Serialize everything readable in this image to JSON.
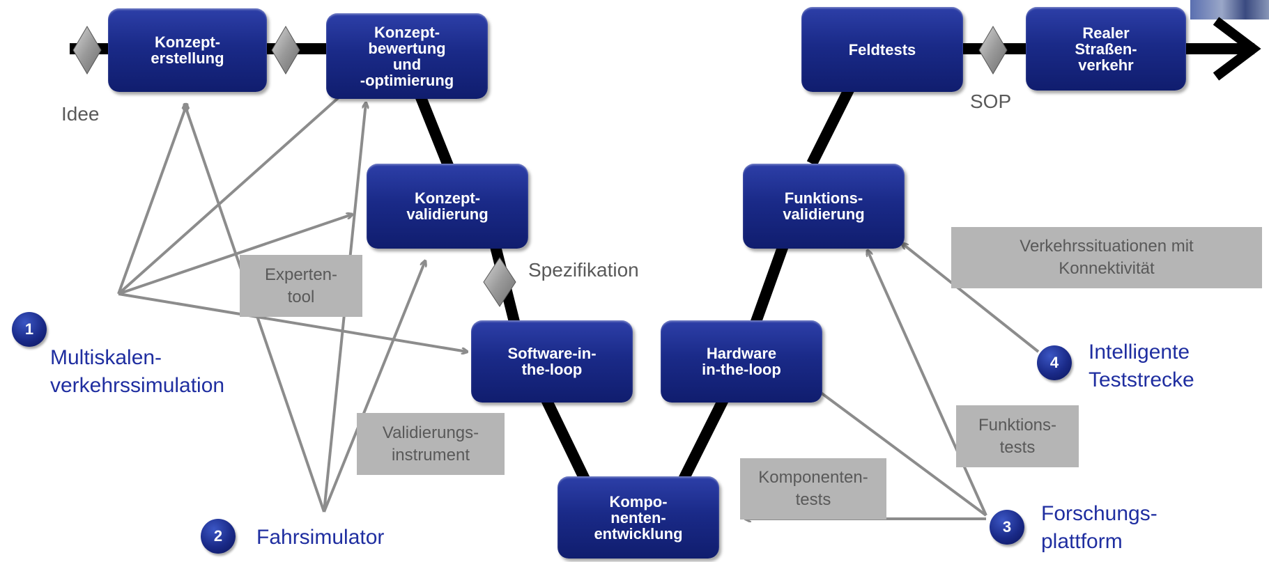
{
  "stages": {
    "konzepterstellung": "Konzept-\nerstellung",
    "konzeptbewertung": "Konzept-\nbewertung\nund\n-optimierung",
    "konzeptvalidierung": "Konzept-\nvalidierung",
    "sil": "Software-in-\nthe-loop",
    "komponentenentwicklung": "Kompo-\nnenten-\nentwicklung",
    "hil": "Hardware\nin-the-loop",
    "funktionsvalidierung": "Funktions-\nvalidierung",
    "feldtests": "Feldtests",
    "strassenverkehr": "Realer\nStraßen-\nverkehr"
  },
  "milestones": {
    "idee": "Idee",
    "spezifikation": "Spezifikation",
    "sop": "SOP"
  },
  "gray_labels": {
    "expertentool": "Experten-\ntool",
    "validierungsinstrument": "Validierungs-\ninstrument",
    "komponententests": "Komponenten-\ntests",
    "funktionstests": "Funktions-\ntests",
    "verkehrssituationen": "Verkehrssituationen mit\nKonnektivität"
  },
  "tools": [
    {
      "number": "1",
      "label": "Multiskalen-\nverkehrssimulation"
    },
    {
      "number": "2",
      "label": "Fahrsimulator"
    },
    {
      "number": "3",
      "label": "Forschungs-\nplattform"
    },
    {
      "number": "4",
      "label": "Intelligente\nTeststrecke"
    }
  ],
  "colors": {
    "box": "#1a2a88",
    "tool_text": "#1f2ea0",
    "gray_box": "#b5b5b5",
    "arrow": "#8c8c8c"
  }
}
